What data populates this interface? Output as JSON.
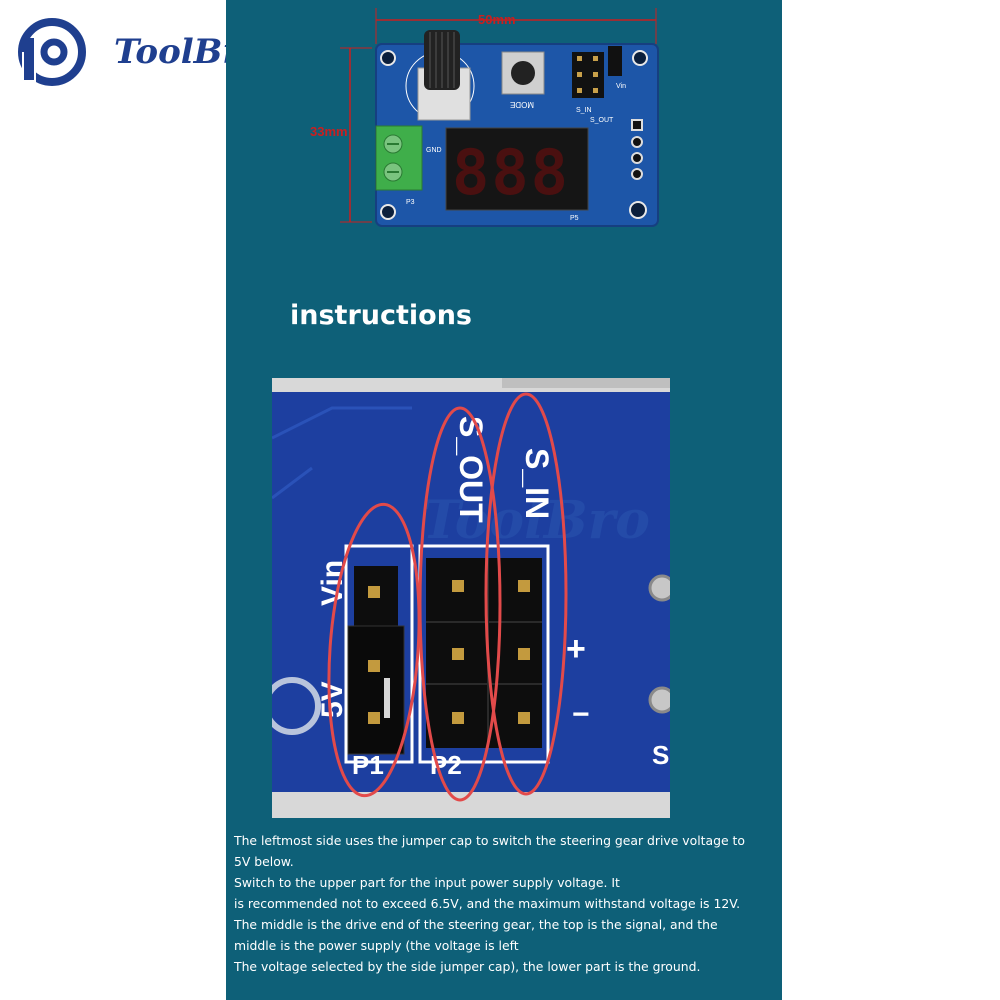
{
  "brand": {
    "name": "ToolBro",
    "color": "#1f3f8f"
  },
  "panel_color": "#0e6078",
  "product": {
    "dim_width": "50mm",
    "dim_height": "33mm",
    "button_label": "MODE",
    "pin_labels": [
      "S_OUT",
      "S_IN",
      "Vin",
      "GND",
      "P3",
      "P5"
    ],
    "display_text": "888"
  },
  "instructions_title": "instructions",
  "closeup": {
    "labels": {
      "vin": "Vin",
      "five_v": "5V",
      "s_out": "S_OUT",
      "s_in": "S_IN",
      "plus": "+",
      "minus": "−",
      "p1": "P1",
      "p2": "P2",
      "s": "S"
    },
    "watermark": "ToolBro"
  },
  "description": [
    "The leftmost side uses the jumper cap to switch the steering gear drive voltage to",
    "5V below.",
    "Switch to the upper part for the input power supply voltage. It",
    "is recommended not to exceed 6.5V, and the maximum withstand voltage is 12V.",
    " The middle is the drive end of the steering gear, the top is the signal, and the",
    "middle is the power supply (the voltage is left",
    "The voltage selected by the side jumper cap), the lower part is the ground."
  ]
}
